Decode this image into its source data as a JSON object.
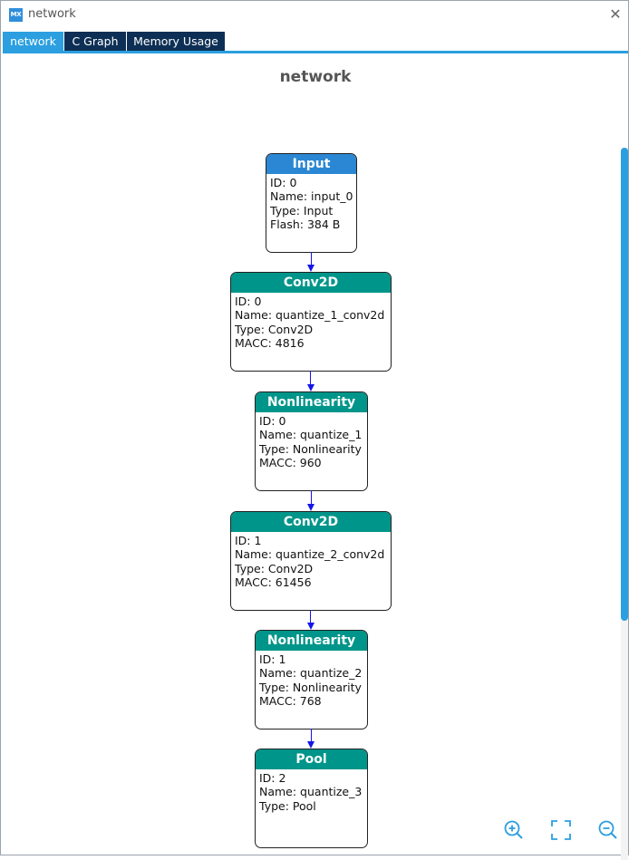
{
  "window": {
    "title": "network",
    "app_icon": "MX",
    "close_symbol": "✕"
  },
  "tabs": [
    {
      "label": "network",
      "active": true
    },
    {
      "label": "C Graph",
      "active": false
    },
    {
      "label": "Memory Usage",
      "active": false
    }
  ],
  "graph": {
    "title": "network",
    "nodes": [
      {
        "header": "Input",
        "lines": [
          "ID: 0",
          "Name: input_0",
          "Type: Input",
          "Flash: 384 B"
        ]
      },
      {
        "header": "Conv2D",
        "lines": [
          "ID: 0",
          "Name: quantize_1_conv2d",
          "Type: Conv2D",
          "MACC: 4816"
        ]
      },
      {
        "header": "Nonlinearity",
        "lines": [
          "ID: 0",
          "Name: quantize_1",
          "Type: Nonlinearity",
          "MACC: 960"
        ]
      },
      {
        "header": "Conv2D",
        "lines": [
          "ID: 1",
          "Name: quantize_2_conv2d",
          "Type: Conv2D",
          "MACC: 61456"
        ]
      },
      {
        "header": "Nonlinearity",
        "lines": [
          "ID: 1",
          "Name: quantize_2",
          "Type: Nonlinearity",
          "MACC: 768"
        ]
      },
      {
        "header": "Pool",
        "lines": [
          "ID: 2",
          "Name: quantize_3",
          "Type: Pool"
        ]
      }
    ]
  },
  "colors": {
    "input_header": "#2b87d3",
    "layer_header": "#00958a",
    "edge": "#1515e8",
    "accent": "#2b9fe0",
    "tab_inactive": "#0d2f55"
  },
  "toolbar": {
    "icons": [
      "zoom-in-icon",
      "fit-screen-icon",
      "zoom-out-icon"
    ]
  }
}
